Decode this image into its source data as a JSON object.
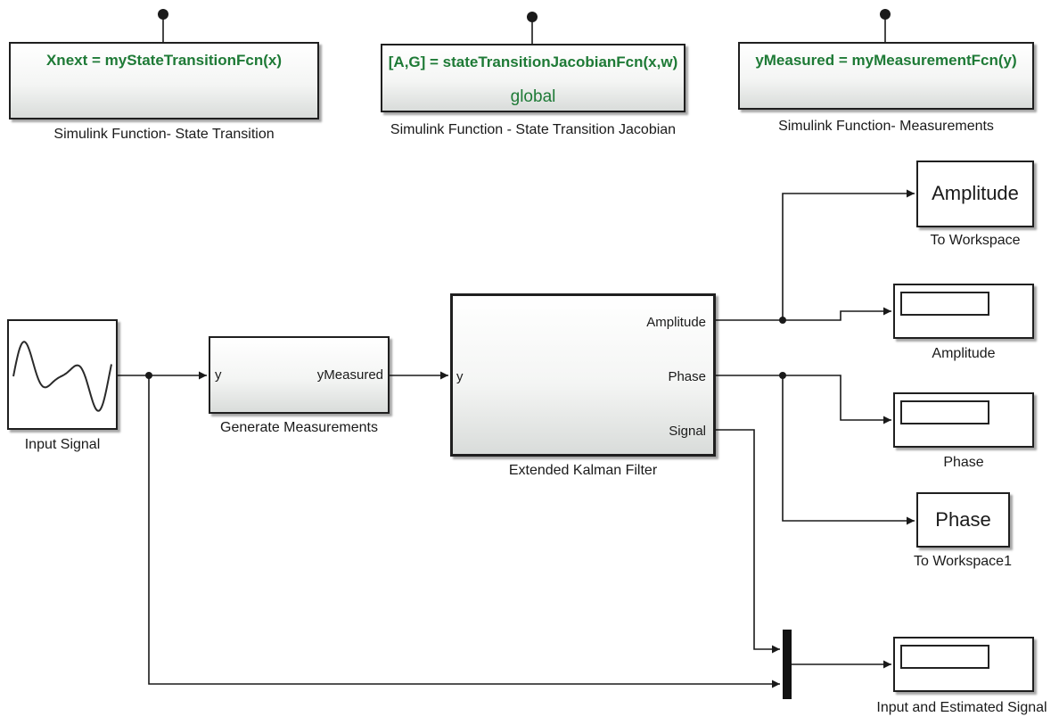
{
  "functions": {
    "state_transition": {
      "signature": "Xnext = myStateTransitionFcn(x)",
      "caption": "Simulink Function- State Transition"
    },
    "jacobian": {
      "signature": "[A,G] = stateTransitionJacobianFcn(x,w)",
      "scope": "global",
      "caption": "Simulink Function - State Transition Jacobian"
    },
    "measurement": {
      "signature": "yMeasured = myMeasurementFcn(y)",
      "caption": "Simulink Function- Measurements"
    }
  },
  "blocks": {
    "input_signal": {
      "caption": "Input Signal"
    },
    "generate": {
      "in_port": "y",
      "out_port": "yMeasured",
      "caption": "Generate Measurements"
    },
    "ekf": {
      "in_port": "y",
      "out_ports": {
        "amplitude": "Amplitude",
        "phase": "Phase",
        "signal": "Signal"
      },
      "caption": "Extended Kalman Filter"
    },
    "to_workspace": {
      "label": "Amplitude",
      "caption": "To Workspace"
    },
    "to_workspace1": {
      "label": "Phase",
      "caption": "To Workspace1"
    },
    "scope_amplitude": {
      "caption": "Amplitude"
    },
    "scope_phase": {
      "caption": "Phase"
    },
    "scope_input_est": {
      "caption": "Input and Estimated Signal"
    }
  },
  "colors": {
    "function_text": "#1e7a36",
    "line": "#1a1a1a"
  }
}
